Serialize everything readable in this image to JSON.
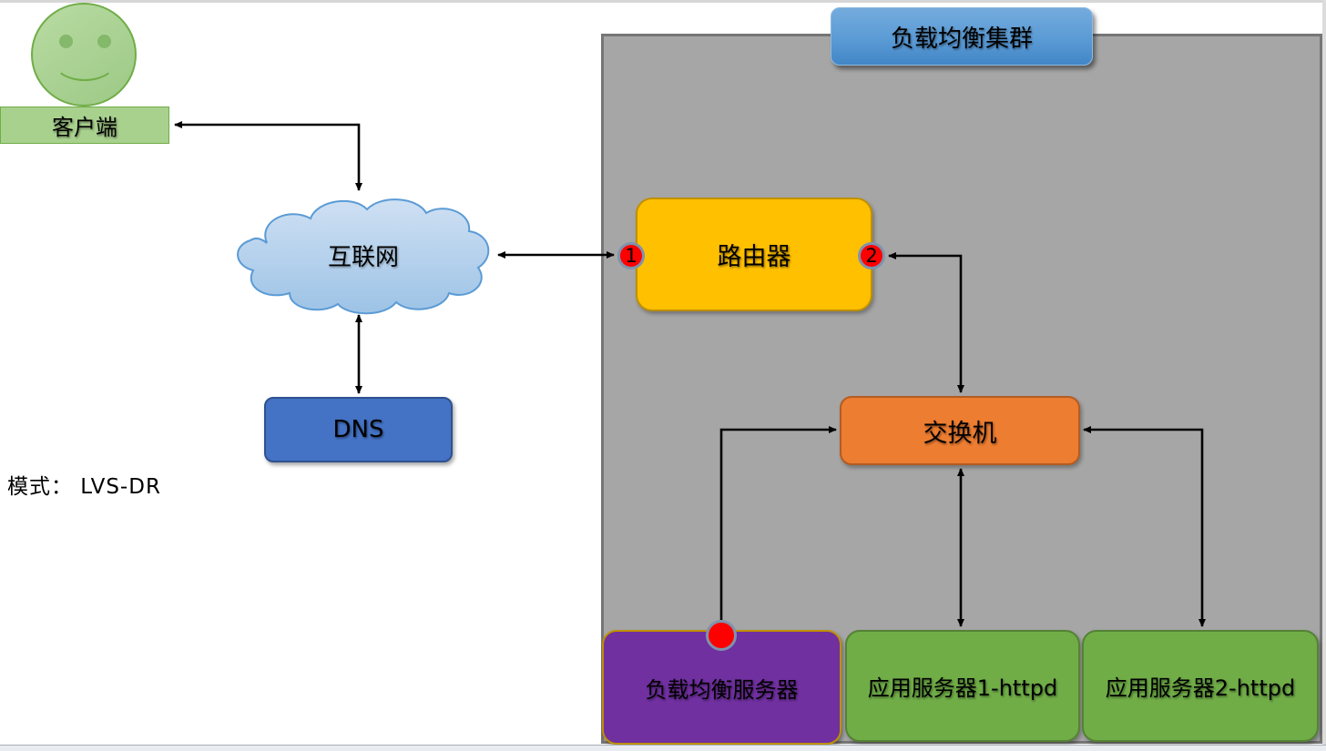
{
  "diagram": {
    "mode_label": "模式： LVS-DR",
    "cluster": {
      "title": "负载均衡集群"
    },
    "nodes": {
      "client": {
        "label": "客户端"
      },
      "internet": {
        "label": "互联网"
      },
      "dns": {
        "label": "DNS"
      },
      "router": {
        "label": "路由器"
      },
      "switch": {
        "label": "交换机"
      },
      "lb_server": {
        "label": "负载均衡服务器"
      },
      "app_server_1": {
        "label": "应用服务器1-httpd"
      },
      "app_server_2": {
        "label": "应用服务器2-httpd"
      }
    },
    "badges": {
      "router_port_1": "1",
      "router_port_2": "2",
      "lb_port": ""
    },
    "colors": {
      "cluster_gray": "#a6a6a6",
      "tab_blue": "#5b9bd5",
      "client_green": "#a9d18e",
      "cloud_blue": "#9dc3e6",
      "dns_blue": "#4472c4",
      "router_yellow": "#ffc000",
      "switch_orange": "#ed7d31",
      "lb_purple": "#7030a0",
      "app_green": "#70ad47",
      "badge_red": "#ff0000",
      "badge_border": "#7e93ad",
      "wire_black": "#000000"
    }
  }
}
